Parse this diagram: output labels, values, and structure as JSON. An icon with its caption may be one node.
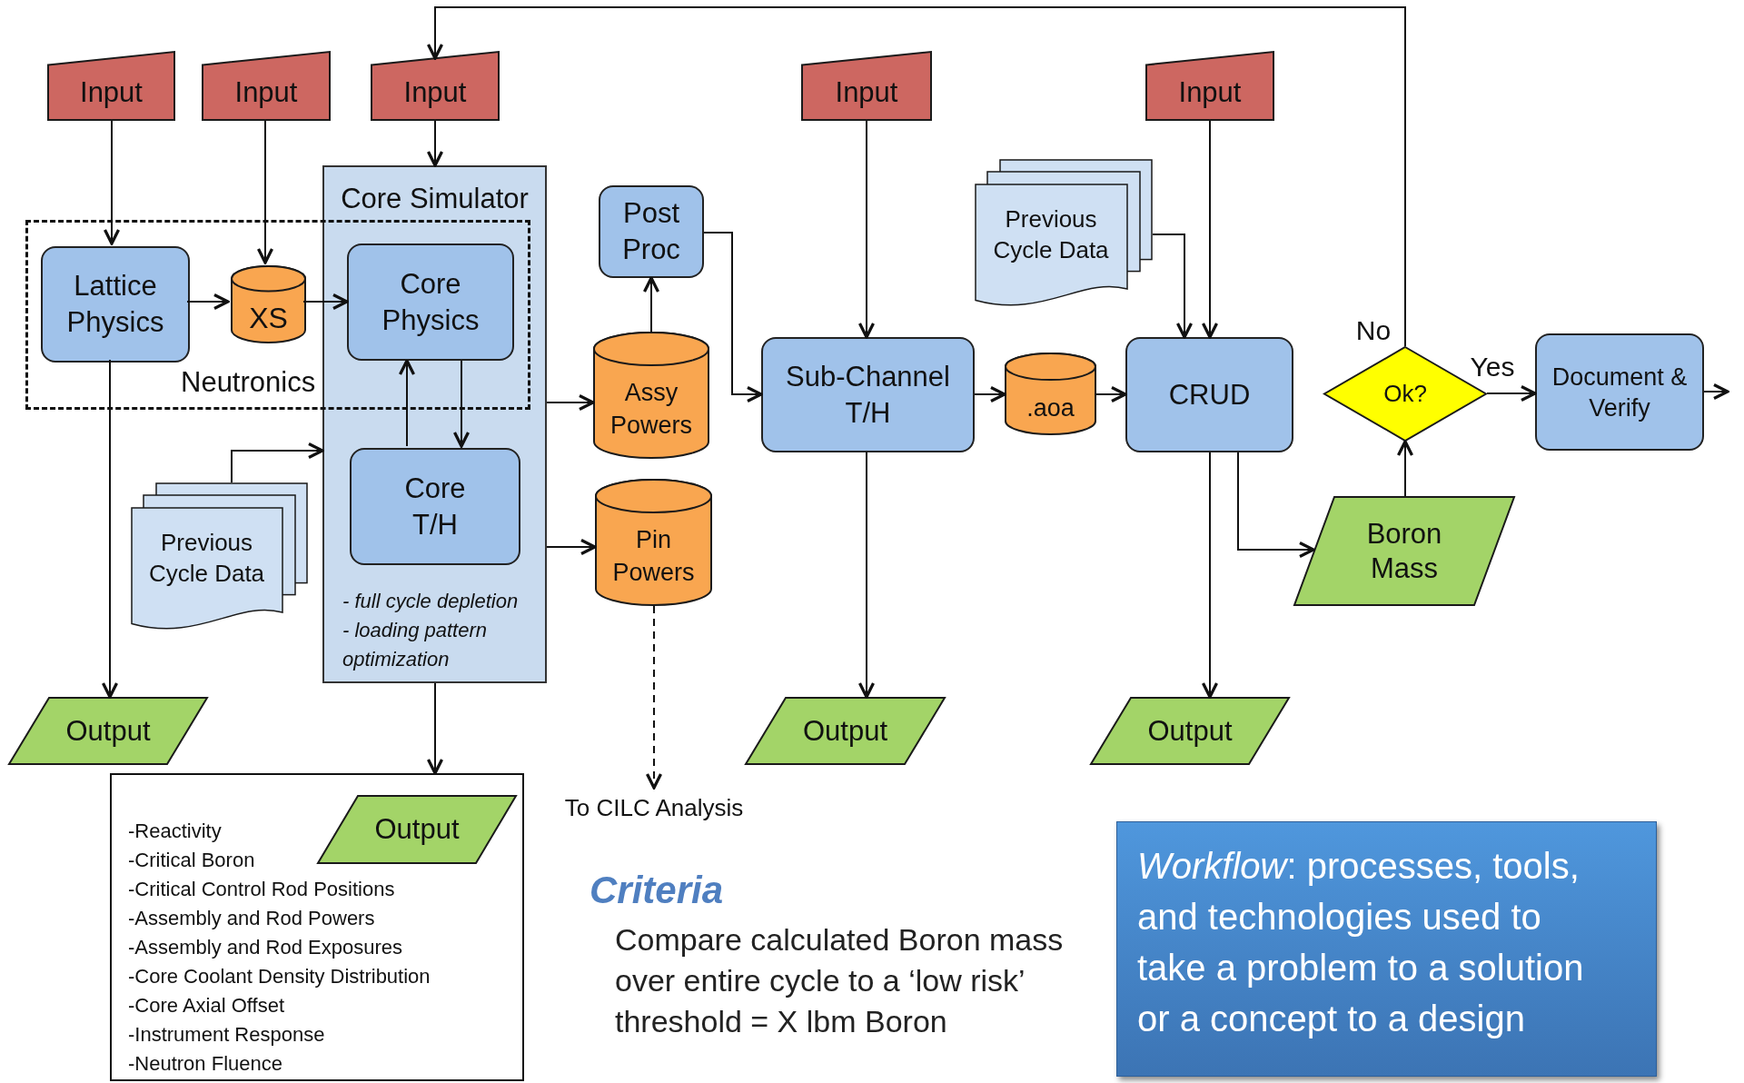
{
  "diagram": {
    "nodes": [
      {
        "text": [
          "Input"
        ]
      },
      {
        "text": [
          "Input"
        ]
      },
      {
        "text": [
          "Input"
        ]
      },
      {
        "text": [
          "Input"
        ]
      },
      {
        "text": [
          "Input"
        ]
      },
      {
        "text": [
          "Neutronics"
        ]
      },
      {
        "text": [
          "Lattice Physics"
        ],
        "in": 5
      },
      {
        "text": [
          "XS"
        ],
        "in": 5
      },
      {
        "text": [
          "Core Simulator",
          "- full cycle depletion",
          "- loading pattern optimization"
        ]
      },
      {
        "text": [
          "Core Physics"
        ]
      },
      {
        "text": [
          "Core T/H"
        ],
        "in": 8
      },
      {
        "text": [
          "Previous Cycle Data"
        ]
      },
      {
        "text": [
          "Post Proc"
        ]
      },
      {
        "text": [
          "Assy Powers"
        ]
      },
      {
        "text": [
          "Pin Powers"
        ]
      },
      {
        "text": [
          "Previous Cycle Data"
        ]
      },
      {
        "text": [
          "Sub-Channel T/H"
        ]
      },
      {
        "text": [
          ".aoa"
        ]
      },
      {
        "text": [
          "CRUD"
        ]
      },
      {
        "text": [
          "Ok?"
        ]
      },
      {
        "text": [
          "Document & Verify"
        ]
      },
      {
        "text": [
          "Boron Mass"
        ]
      },
      {
        "text": [
          "Output"
        ]
      },
      {
        "text": [
          "-Reactivity",
          "-Critical Boron",
          "-Critical Control Rod Positions",
          "-Assembly and Rod Powers",
          "-Assembly and Rod Exposures",
          "-Core Coolant Density Distribution",
          "-Core Axial Offset",
          "-Instrument Response",
          "-Neutron Fluence"
        ]
      },
      {
        "text": [
          "Output"
        ],
        "in": 23
      },
      {
        "text": [
          "To CILC Analysis"
        ]
      },
      {
        "text": [
          "Output"
        ]
      },
      {
        "text": [
          "Output"
        ]
      },
      {
        "text": [
          "*Workflow*: processes, tools, and technologies used to take a problem to a solution or a concept to a design"
        ]
      }
    ],
    "edges": [
      {
        "from": 0,
        "to": 6,
        "arrow": "to"
      },
      {
        "from": 1,
        "to": 7,
        "arrow": "to"
      },
      {
        "from": 2,
        "to": 8,
        "arrow": "to"
      },
      {
        "from": 6,
        "to": 7,
        "arrow": "to"
      },
      {
        "from": 7,
        "to": 9,
        "arrow": "to"
      },
      {
        "from": 9,
        "to": 10,
        "arrow": "to"
      },
      {
        "from": 10,
        "to": 9,
        "arrow": "to"
      },
      {
        "from": 11,
        "to": 8,
        "arrow": "to"
      },
      {
        "from": 6,
        "to": 22,
        "arrow": "to"
      },
      {
        "from": 8,
        "to": 13,
        "arrow": "to"
      },
      {
        "from": 8,
        "to": 14,
        "arrow": "to"
      },
      {
        "from": 13,
        "to": 12,
        "arrow": "to"
      },
      {
        "from": 12,
        "to": 16,
        "arrow": "to"
      },
      {
        "from": 3,
        "to": 16,
        "arrow": "to"
      },
      {
        "from": 16,
        "to": 17,
        "arrow": "to"
      },
      {
        "from": 17,
        "to": 18,
        "arrow": "to"
      },
      {
        "from": 4,
        "to": 18,
        "arrow": "to"
      },
      {
        "from": 15,
        "to": 18,
        "arrow": "to"
      },
      {
        "from": 16,
        "to": 26,
        "arrow": "to"
      },
      {
        "from": 18,
        "to": 27,
        "arrow": "to"
      },
      {
        "from": 18,
        "to": 21,
        "arrow": "to"
      },
      {
        "from": 21,
        "to": 19,
        "arrow": "to"
      },
      {
        "from": 19,
        "to": 20,
        "arrow": "to",
        "label": "Yes"
      },
      {
        "from": 19,
        "to": 2,
        "arrow": "to",
        "label": "No"
      },
      {
        "from": 20,
        "to": null,
        "arrow": "to"
      },
      {
        "from": 8,
        "to": 23,
        "arrow": "to"
      },
      {
        "from": 14,
        "to": 25,
        "arrow": "to",
        "style": "dashed"
      }
    ],
    "labels": [
      "Criteria",
      "Compare calculated Boron mass over entire cycle to a ‘low risk’ threshold = X lbm Boron"
    ]
  }
}
